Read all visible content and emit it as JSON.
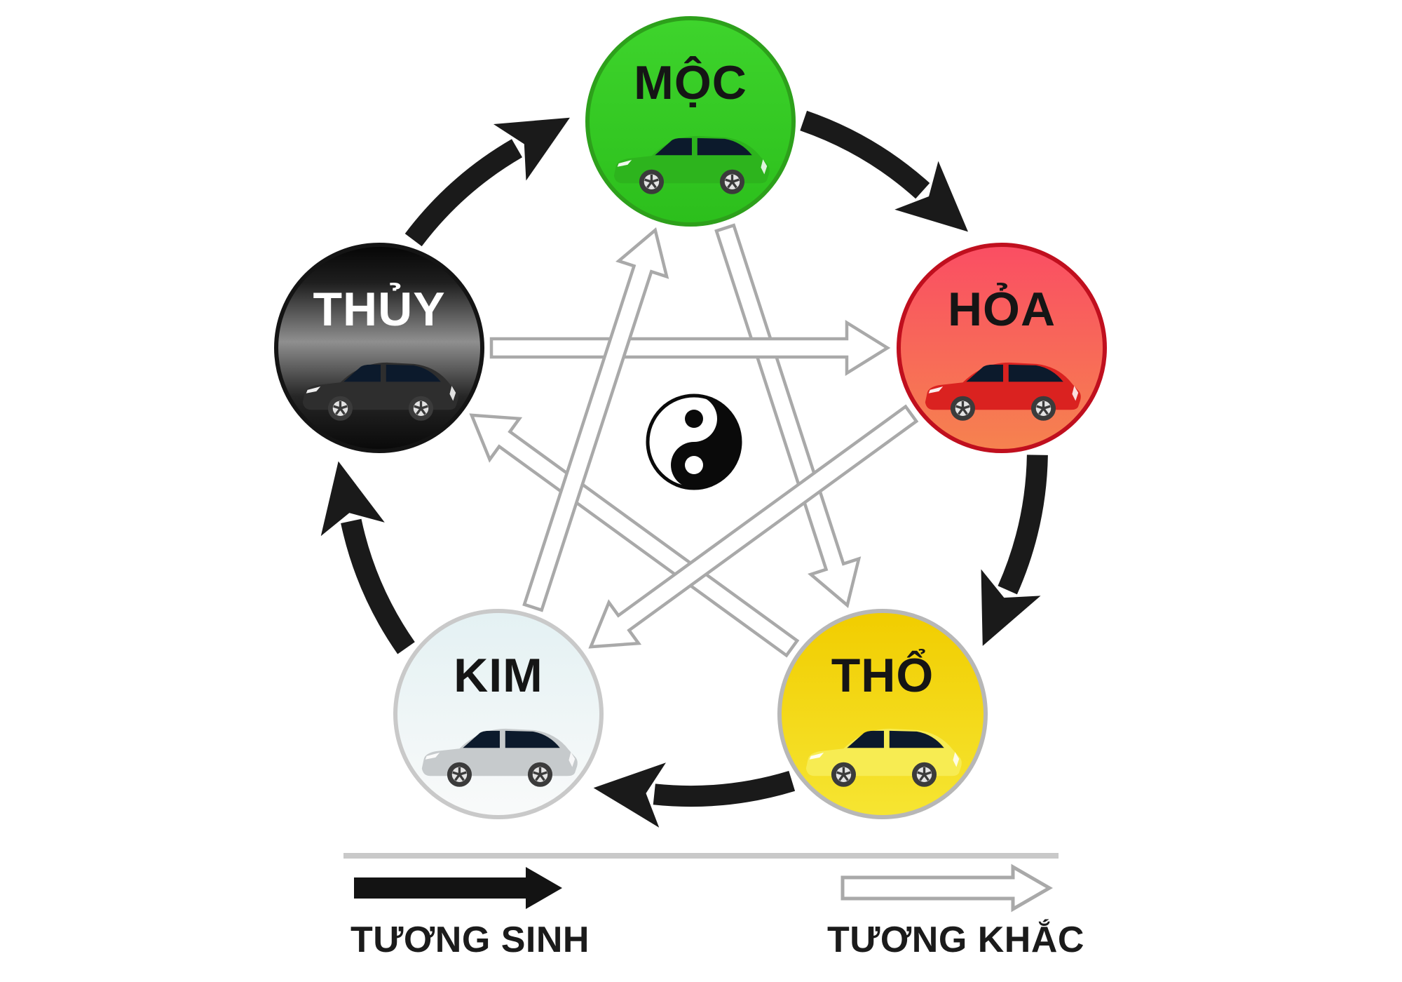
{
  "diagram": {
    "center_symbol": "yin-yang",
    "background": "#ffffff"
  },
  "elements": [
    {
      "id": "moc",
      "label": "MỘC",
      "fill_top": "#3ed42c",
      "fill_bottom": "#2cbf1c",
      "border": "#2da01b",
      "label_color": "#151515",
      "car_color": "#2db41d"
    },
    {
      "id": "hoa",
      "label": "HỎA",
      "fill_top": "#fa4e63",
      "fill_bottom": "#f6824f",
      "border": "#c00f1e",
      "label_color": "#151515",
      "car_color": "#da2220"
    },
    {
      "id": "tho",
      "label": "THỔ",
      "fill_top": "#f1cd00",
      "fill_bottom": "#f6e532",
      "border": "#b7b7b7",
      "label_color": "#151515",
      "car_color": "#f7ec52"
    },
    {
      "id": "kim",
      "label": "KIM",
      "fill_top": "#e4f1f3",
      "fill_bottom": "#f9fafa",
      "border": "#c9c9c9",
      "label_color": "#151515",
      "car_color": "#c6cacc"
    },
    {
      "id": "thuy",
      "label": "THỦY",
      "fill_top": "#060606",
      "fill_mid": "#8f8f8f",
      "fill_bottom": "#0a0a0a",
      "border": "#141414",
      "label_color": "#ffffff",
      "car_color": "#2e2e2e"
    }
  ],
  "relations": {
    "sinh": [
      [
        "thuy",
        "moc"
      ],
      [
        "moc",
        "hoa"
      ],
      [
        "hoa",
        "tho"
      ],
      [
        "tho",
        "kim"
      ],
      [
        "kim",
        "thuy"
      ]
    ],
    "khac": [
      [
        "moc",
        "tho"
      ],
      [
        "tho",
        "thuy"
      ],
      [
        "thuy",
        "hoa"
      ],
      [
        "hoa",
        "kim"
      ],
      [
        "kim",
        "moc"
      ]
    ]
  },
  "arrow_colors": {
    "sinh": "#1a1a1a",
    "khac_fill": "#ffffff",
    "khac_stroke": "#a9a9a9"
  },
  "legend": {
    "sinh": {
      "label": "TƯƠNG SINH",
      "arrow_color": "#131313"
    },
    "khac": {
      "label": "TƯƠNG KHẮC",
      "arrow_fill": "#ffffff",
      "arrow_stroke": "#a9a9a9"
    }
  }
}
